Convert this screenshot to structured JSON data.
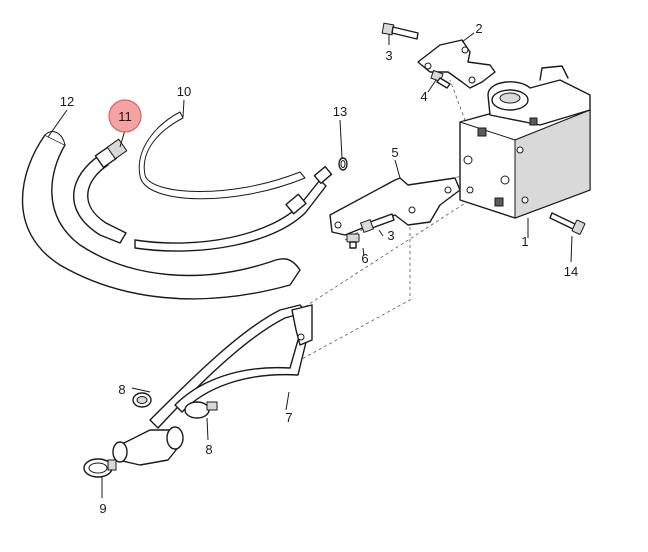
{
  "callouts": {
    "c1": "1",
    "c2": "2",
    "c3a": "3",
    "c3b": "3",
    "c4": "4",
    "c5": "5",
    "c6": "6",
    "c7": "7",
    "c8a": "8",
    "c8b": "8",
    "c9": "9",
    "c10": "10",
    "c11": "11",
    "c12": "12",
    "c13": "13",
    "c14": "14"
  },
  "highlight": {
    "part": "11",
    "color": "#f4a3a3",
    "stroke": "#e06060"
  }
}
